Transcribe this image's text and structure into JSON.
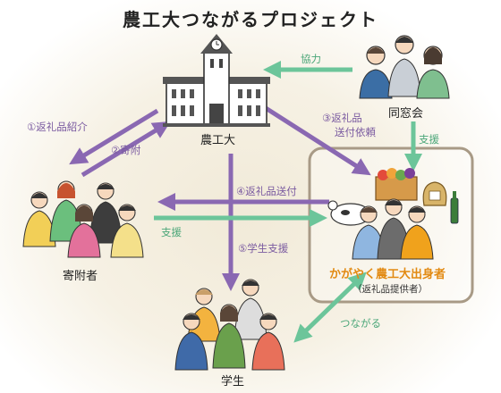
{
  "title": "農工大つながるプロジェクト",
  "nodes": {
    "university": "農工大",
    "alumni_assoc": "同窓会",
    "donors": "寄附者",
    "students": "学生",
    "graduates": "かがやく農工大出身者",
    "graduates_sub": "（返礼品提供者）"
  },
  "arrows": {
    "cooperation": "協力",
    "gift_intro": "①返礼品紹介",
    "donation": "②寄附",
    "gift_request_1": "③返礼品",
    "gift_request_2": "送付依頼",
    "support_alumni": "支援",
    "gift_sending": "④返礼品送付",
    "support_donor": "支援",
    "student_support": "⑤学生支援",
    "connect": "つながる"
  },
  "colors": {
    "purple": "#8a68b2",
    "green": "#6cc59a",
    "orange": "#e89419"
  }
}
